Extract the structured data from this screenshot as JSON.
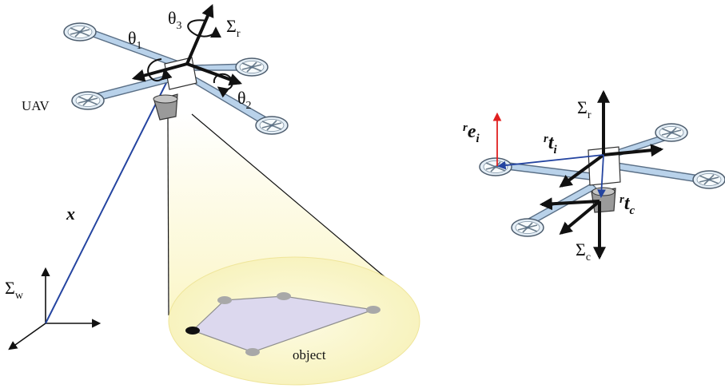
{
  "labels": {
    "theta1": "θ",
    "theta1_sub": "1",
    "theta2": "θ",
    "theta2_sub": "2",
    "theta3": "θ",
    "theta3_sub": "3",
    "sigma_r": "Σ",
    "sigma_r_sub": "r",
    "uav": "UAV",
    "x": "x",
    "sigma_w": "Σ",
    "sigma_w_sub": "w",
    "object": "object",
    "r_sup": "r",
    "e_i": "e",
    "e_sub": "i",
    "t_i": "t",
    "t_i_sub": "i",
    "t_c": "t",
    "t_c_sub": "c",
    "sigma_r2": "Σ",
    "sigma_r2_sub": "r",
    "sigma_c": "Σ",
    "sigma_c_sub": "c"
  },
  "colors": {
    "arm": "#b9d2ea",
    "arm_stroke": "#5a6f86",
    "axis": "#111111",
    "blue_vector": "#2444a0",
    "red_vector": "#e02020",
    "cone": "#fbf7cc",
    "cone_edge": "#f0e89a",
    "polygon": "#dcd8ee",
    "vertex": "#a9a9a9",
    "vertex_dark": "#111111",
    "camera": "#9a9a9a"
  }
}
